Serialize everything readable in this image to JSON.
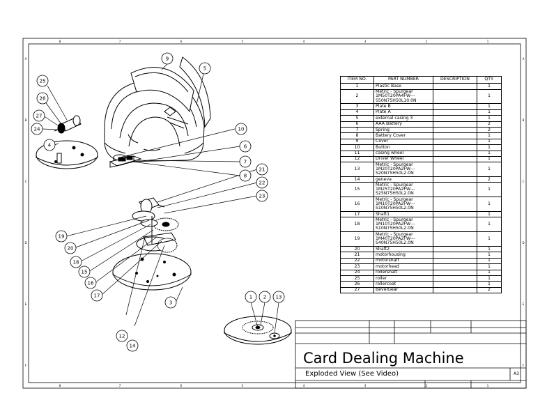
{
  "bom": {
    "headers": {
      "item": "ITEM NO.",
      "part": "PART NUMBER",
      "desc": "DESCRIPTION",
      "qty": "QTY."
    },
    "rows": [
      {
        "item": "1",
        "part": "Plastic Base",
        "desc": "",
        "qty": "1"
      },
      {
        "item": "2",
        "part": "Metric - Spurgear\n1M50T20PA4FW---\nS50N75H50L10.0N",
        "desc": "",
        "qty": "1"
      },
      {
        "item": "3",
        "part": "Plate B",
        "desc": "",
        "qty": "1"
      },
      {
        "item": "4",
        "part": "Plate A",
        "desc": "",
        "qty": "1"
      },
      {
        "item": "5",
        "part": "external casing 3",
        "desc": "",
        "qty": "1"
      },
      {
        "item": "6",
        "part": "AAA Battery",
        "desc": "",
        "qty": "2"
      },
      {
        "item": "7",
        "part": "Spring",
        "desc": "",
        "qty": "2"
      },
      {
        "item": "8",
        "part": "Battery Cover",
        "desc": "",
        "qty": "1"
      },
      {
        "item": "9",
        "part": "Cover",
        "desc": "",
        "qty": "1"
      },
      {
        "item": "10",
        "part": "Button",
        "desc": "",
        "qty": "1"
      },
      {
        "item": "11",
        "part": "casing wheel",
        "desc": "",
        "qty": "1"
      },
      {
        "item": "12",
        "part": "Driver Wheel",
        "desc": "",
        "qty": "1"
      },
      {
        "item": "13",
        "part": "Metric - Spurgear\n1M20T20PA2FW---\nS20N75H50L2.0N",
        "desc": "",
        "qty": "1"
      },
      {
        "item": "14",
        "part": "geneva",
        "desc": "",
        "qty": "2"
      },
      {
        "item": "15",
        "part": "Metric - Spurgear\n1M25T20PA2FW---\nS25N75H50L2.0N",
        "desc": "",
        "qty": "1"
      },
      {
        "item": "16",
        "part": "Metric - Spurgear\n1M10T20PA2FW---\nS10N75H50L2.0N",
        "desc": "",
        "qty": "1"
      },
      {
        "item": "17",
        "part": "Shaft1",
        "desc": "",
        "qty": "1"
      },
      {
        "item": "18",
        "part": "Metric - Spurgear\n1M10T20PA2FW---\nS10N75H50L2.0N",
        "desc": "",
        "qty": "1"
      },
      {
        "item": "19",
        "part": "Metric - Spurgear\n1M40T20PA2FW---\nS40N75H50L2.0N",
        "desc": "",
        "qty": "1"
      },
      {
        "item": "20",
        "part": "Shaft2",
        "desc": "",
        "qty": "1"
      },
      {
        "item": "21",
        "part": "motorhousing",
        "desc": "",
        "qty": "1"
      },
      {
        "item": "22",
        "part": "motorshaft",
        "desc": "",
        "qty": "1"
      },
      {
        "item": "23",
        "part": "motorhead",
        "desc": "",
        "qty": "1"
      },
      {
        "item": "24",
        "part": "rollershaft",
        "desc": "",
        "qty": "1"
      },
      {
        "item": "25",
        "part": "roller",
        "desc": "",
        "qty": "1"
      },
      {
        "item": "26",
        "part": "rollercoat",
        "desc": "",
        "qty": "1"
      },
      {
        "item": "27",
        "part": "BevelGear",
        "desc": "",
        "qty": "2"
      }
    ]
  },
  "title_block": {
    "title": "Card Dealing Machine",
    "subtitle": "Exploded View (See Video)",
    "size": "A3"
  },
  "zone_labels": {
    "cols": [
      "8",
      "7",
      "6",
      "5",
      "4",
      "3",
      "2",
      "1"
    ],
    "rows": [
      "A",
      "B",
      "C",
      "D",
      "E",
      "F"
    ]
  },
  "balloons": [
    "1",
    "2",
    "3",
    "4",
    "5",
    "6",
    "7",
    "8",
    "9",
    "10",
    "12",
    "13",
    "14",
    "15",
    "16",
    "17",
    "18",
    "19",
    "20",
    "21",
    "22",
    "23",
    "24",
    "25",
    "26",
    "27"
  ]
}
